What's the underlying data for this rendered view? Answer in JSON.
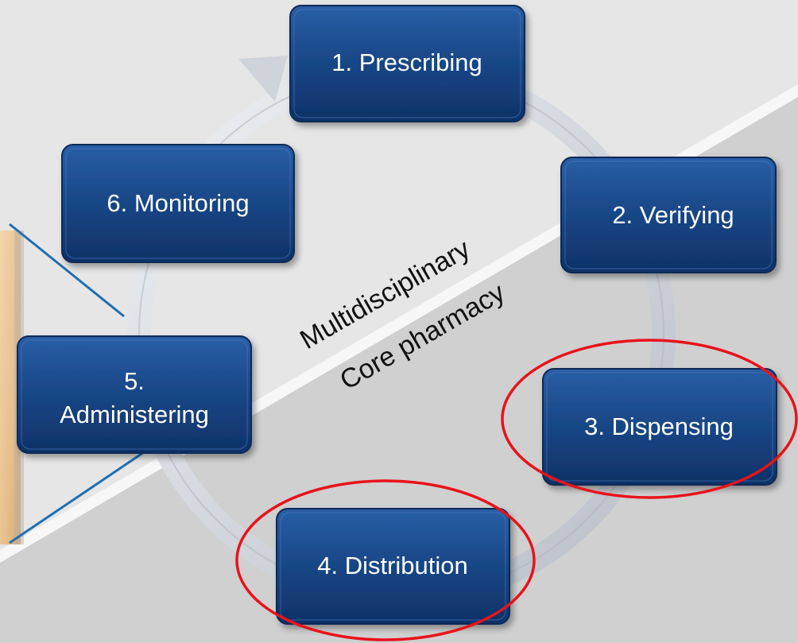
{
  "stages": [
    {
      "label": "1. Prescribing"
    },
    {
      "label": "2. Verifying"
    },
    {
      "label": "3. Dispensing"
    },
    {
      "label": "4. Distribution"
    },
    {
      "label_line1": "5.",
      "label_line2": "Administering"
    },
    {
      "label": "6. Monitoring"
    }
  ],
  "divider": {
    "upper_label": "Multidisciplinary",
    "lower_label": "Core pharmacy"
  },
  "colors": {
    "box_fill": "#163f7d",
    "box_border": "#0d2a57",
    "ring": "#c9cdd5",
    "highlight": "#e8131b",
    "connector": "#1f6fb2",
    "bg_upper": "#e4e4e4",
    "bg_lower": "#d1d1d1"
  },
  "highlighted_stages": [
    "3. Dispensing",
    "4. Distribution"
  ]
}
